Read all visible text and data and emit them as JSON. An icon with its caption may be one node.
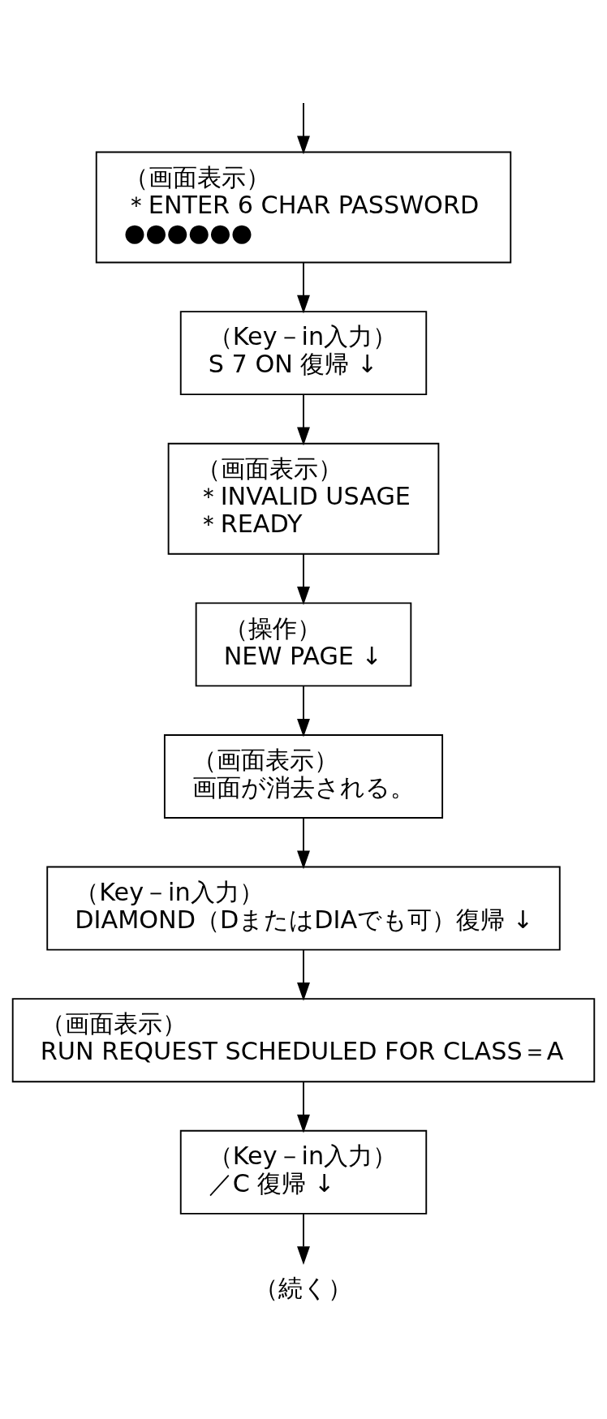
{
  "diagram": {
    "nodes": [
      {
        "text": [
          "（画面表示）",
          "＊ENTER 6 CHAR PASSWORD",
          "●●●●●●"
        ]
      },
      {
        "text": [
          "（Key－in入力）",
          "S 7 ON 復帰 ↓"
        ]
      },
      {
        "text": [
          "（画面表示）",
          "＊INVALID USAGE",
          "＊READY"
        ]
      },
      {
        "text": [
          "（操作）",
          "NEW PAGE ↓"
        ]
      },
      {
        "text": [
          "（画面表示）",
          "画面が消去される。"
        ]
      },
      {
        "text": [
          "（Key－in入力）",
          "DIAMOND（DまたはDIAでも可）復帰 ↓"
        ]
      },
      {
        "text": [
          "（画面表示）",
          "RUN REQUEST SCHEDULED FOR CLASS＝A"
        ]
      },
      {
        "text": [
          "（Key－in入力）",
          "／C 復帰 ↓"
        ]
      },
      {
        "text": [
          "（続く）"
        ]
      }
    ],
    "edges": [
      {
        "from": null,
        "to": 0,
        "arrow": "to"
      },
      {
        "from": 0,
        "to": 1,
        "arrow": "to"
      },
      {
        "from": 1,
        "to": 2,
        "arrow": "to"
      },
      {
        "from": 2,
        "to": 3,
        "arrow": "to"
      },
      {
        "from": 3,
        "to": 4,
        "arrow": "to"
      },
      {
        "from": 4,
        "to": 5,
        "arrow": "to"
      },
      {
        "from": 5,
        "to": 6,
        "arrow": "to"
      },
      {
        "from": 6,
        "to": 7,
        "arrow": "to"
      },
      {
        "from": 7,
        "to": 8,
        "arrow": "to"
      }
    ]
  }
}
